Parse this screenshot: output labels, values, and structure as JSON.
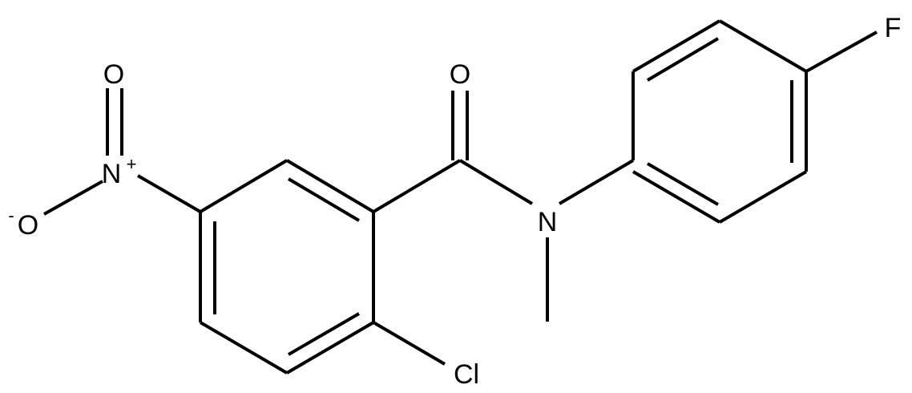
{
  "molecule": {
    "atoms": {
      "oxygen_carbonyl": "O",
      "nitrogen_amide": "N",
      "fluorine": "F",
      "chlorine": "Cl",
      "nitrogen_nitro": "N",
      "nitro_charge_plus": "+",
      "oxygen_nitro_top": "O",
      "oxygen_nitro_minus": "O",
      "nitro_charge_minus": "-"
    },
    "colors": {
      "ink": "#000000",
      "background": "#ffffff"
    }
  }
}
